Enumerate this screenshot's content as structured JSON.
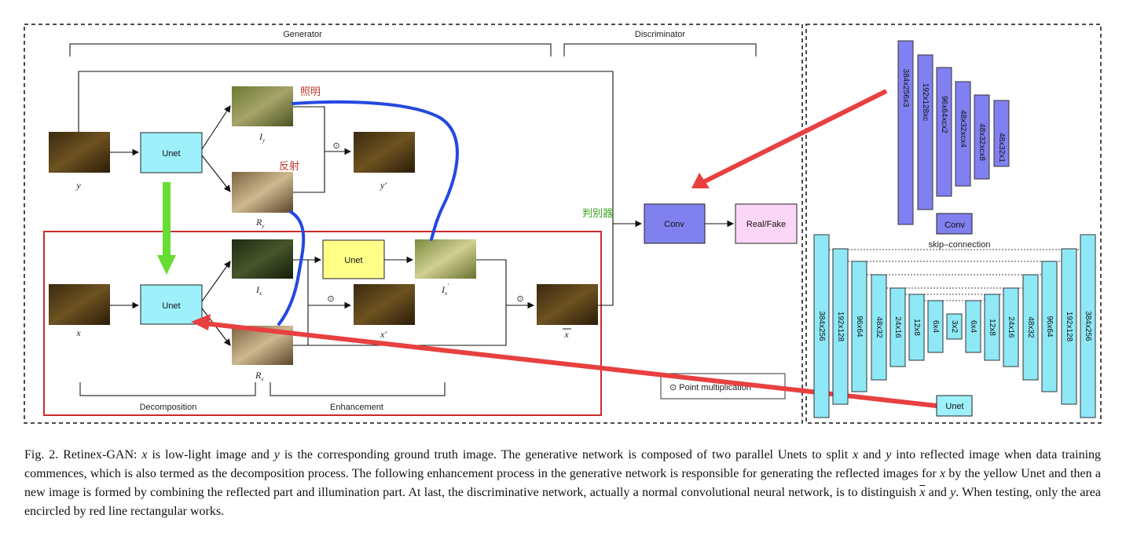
{
  "diagram": {
    "group_labels": {
      "generator": "Generator",
      "discriminator": "Discriminator",
      "decomposition": "Decomposition",
      "enhancement": "Enhancement"
    },
    "blocks": {
      "unet_top": "Unet",
      "unet_bottom": "Unet",
      "unet_yellow": "Unet",
      "conv": "Conv",
      "real_fake": "Real/Fake"
    },
    "image_labels": {
      "y": "y",
      "y_prime": "y′",
      "I_y": "I",
      "I_y_sub": "y",
      "R_y": "R",
      "R_y_sub": "y",
      "x": "x",
      "x_prime": "x′",
      "I_x": "I",
      "I_x_sub": "x",
      "I_x_prime": "I",
      "I_x_prime_sub": "x",
      "I_x_prime_mark": "′",
      "R_x": "R",
      "R_x_sub": "x",
      "x_bar": "x"
    },
    "op_symbols": {
      "dot1": "⊙",
      "dot2": "⊙",
      "dot3": "⊙"
    },
    "annotations": {
      "illumination_cn": "照明",
      "reflection_cn": "反射",
      "discriminator_cn": "判别器"
    },
    "legend": {
      "point_mult": "⊙ Point multiplication"
    },
    "right_panel": {
      "disc_layers": [
        "384x256x3",
        "192x128xc",
        "96x64xcx2",
        "48x32xcx4",
        "48x32xcx8",
        "48x32x1"
      ],
      "conv_label": "Conv",
      "skip_label": "skip–connection",
      "unet_layers": [
        "384x256",
        "192x128",
        "96x64",
        "48x32",
        "24x16",
        "12x8",
        "6x4",
        "3x2",
        "6x4",
        "12x8",
        "24x16",
        "48x32",
        "96x64",
        "192x128",
        "384x256"
      ],
      "unet_label": "Unet"
    },
    "colors": {
      "unet_cyan": "#9ef0fa",
      "unet_yellow": "#ffff88",
      "conv_purple": "#8080ee",
      "realfake_pink": "#fbd6f6",
      "disc_layer_purple": "#8080f0",
      "unet_layer_cyan": "#8ee8f6",
      "red_box": "#cc2a2a",
      "blue_curve": "#2448e0",
      "green_arrow": "#66dd33",
      "red_arrow": "#e84040"
    }
  },
  "caption": {
    "prefix": "Fig. 2.  Retinex-GAN: ",
    "x1": "x",
    "t1": " is low-light image and ",
    "y1": "y",
    "t2": " is the corresponding ground truth image. The generative network is composed of two parallel Unets to split ",
    "x2": "x",
    "t3": " and ",
    "y2": "y",
    "t4": " into reflected image when data training commences, which is also termed as the decomposition process. The following enhancement process in the generative network is responsible for generating the reflected images for ",
    "x3": "x",
    "t5": " by the yellow Unet and then a new image is formed by combining the reflected part and illumination part. At last, the discriminative network, actually a normal convolutional neural network, is to distinguish ",
    "xbar": "x",
    "t6": " and ",
    "y3": "y",
    "t7": ". When testing, only the area encircled by red line rectangular works."
  }
}
